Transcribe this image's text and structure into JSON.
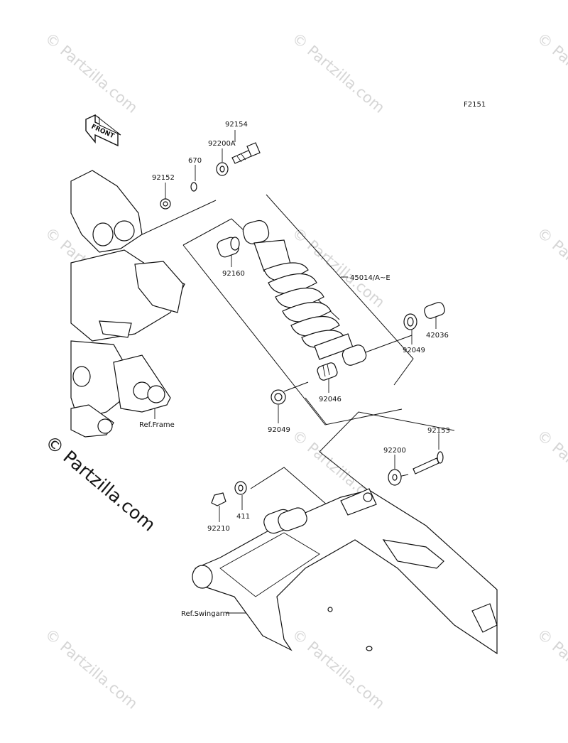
{
  "diagram_code": "F2151",
  "front_arrow_label": "FRONT",
  "watermark": "© Partzilla.com",
  "parts": {
    "p92154": "92154",
    "p92200A": "92200A",
    "p670": "670",
    "p92152": "92152",
    "p92160": "92160",
    "p45014": "45014/A~E",
    "p42036": "42036",
    "p92049_right": "92049",
    "p92046": "92046",
    "p92049_left": "92049",
    "p92153": "92153",
    "p92200": "92200",
    "p411": "411",
    "p92210": "92210"
  },
  "references": {
    "frame": "Ref.Frame",
    "swingarm": "Ref.Swingarm"
  }
}
